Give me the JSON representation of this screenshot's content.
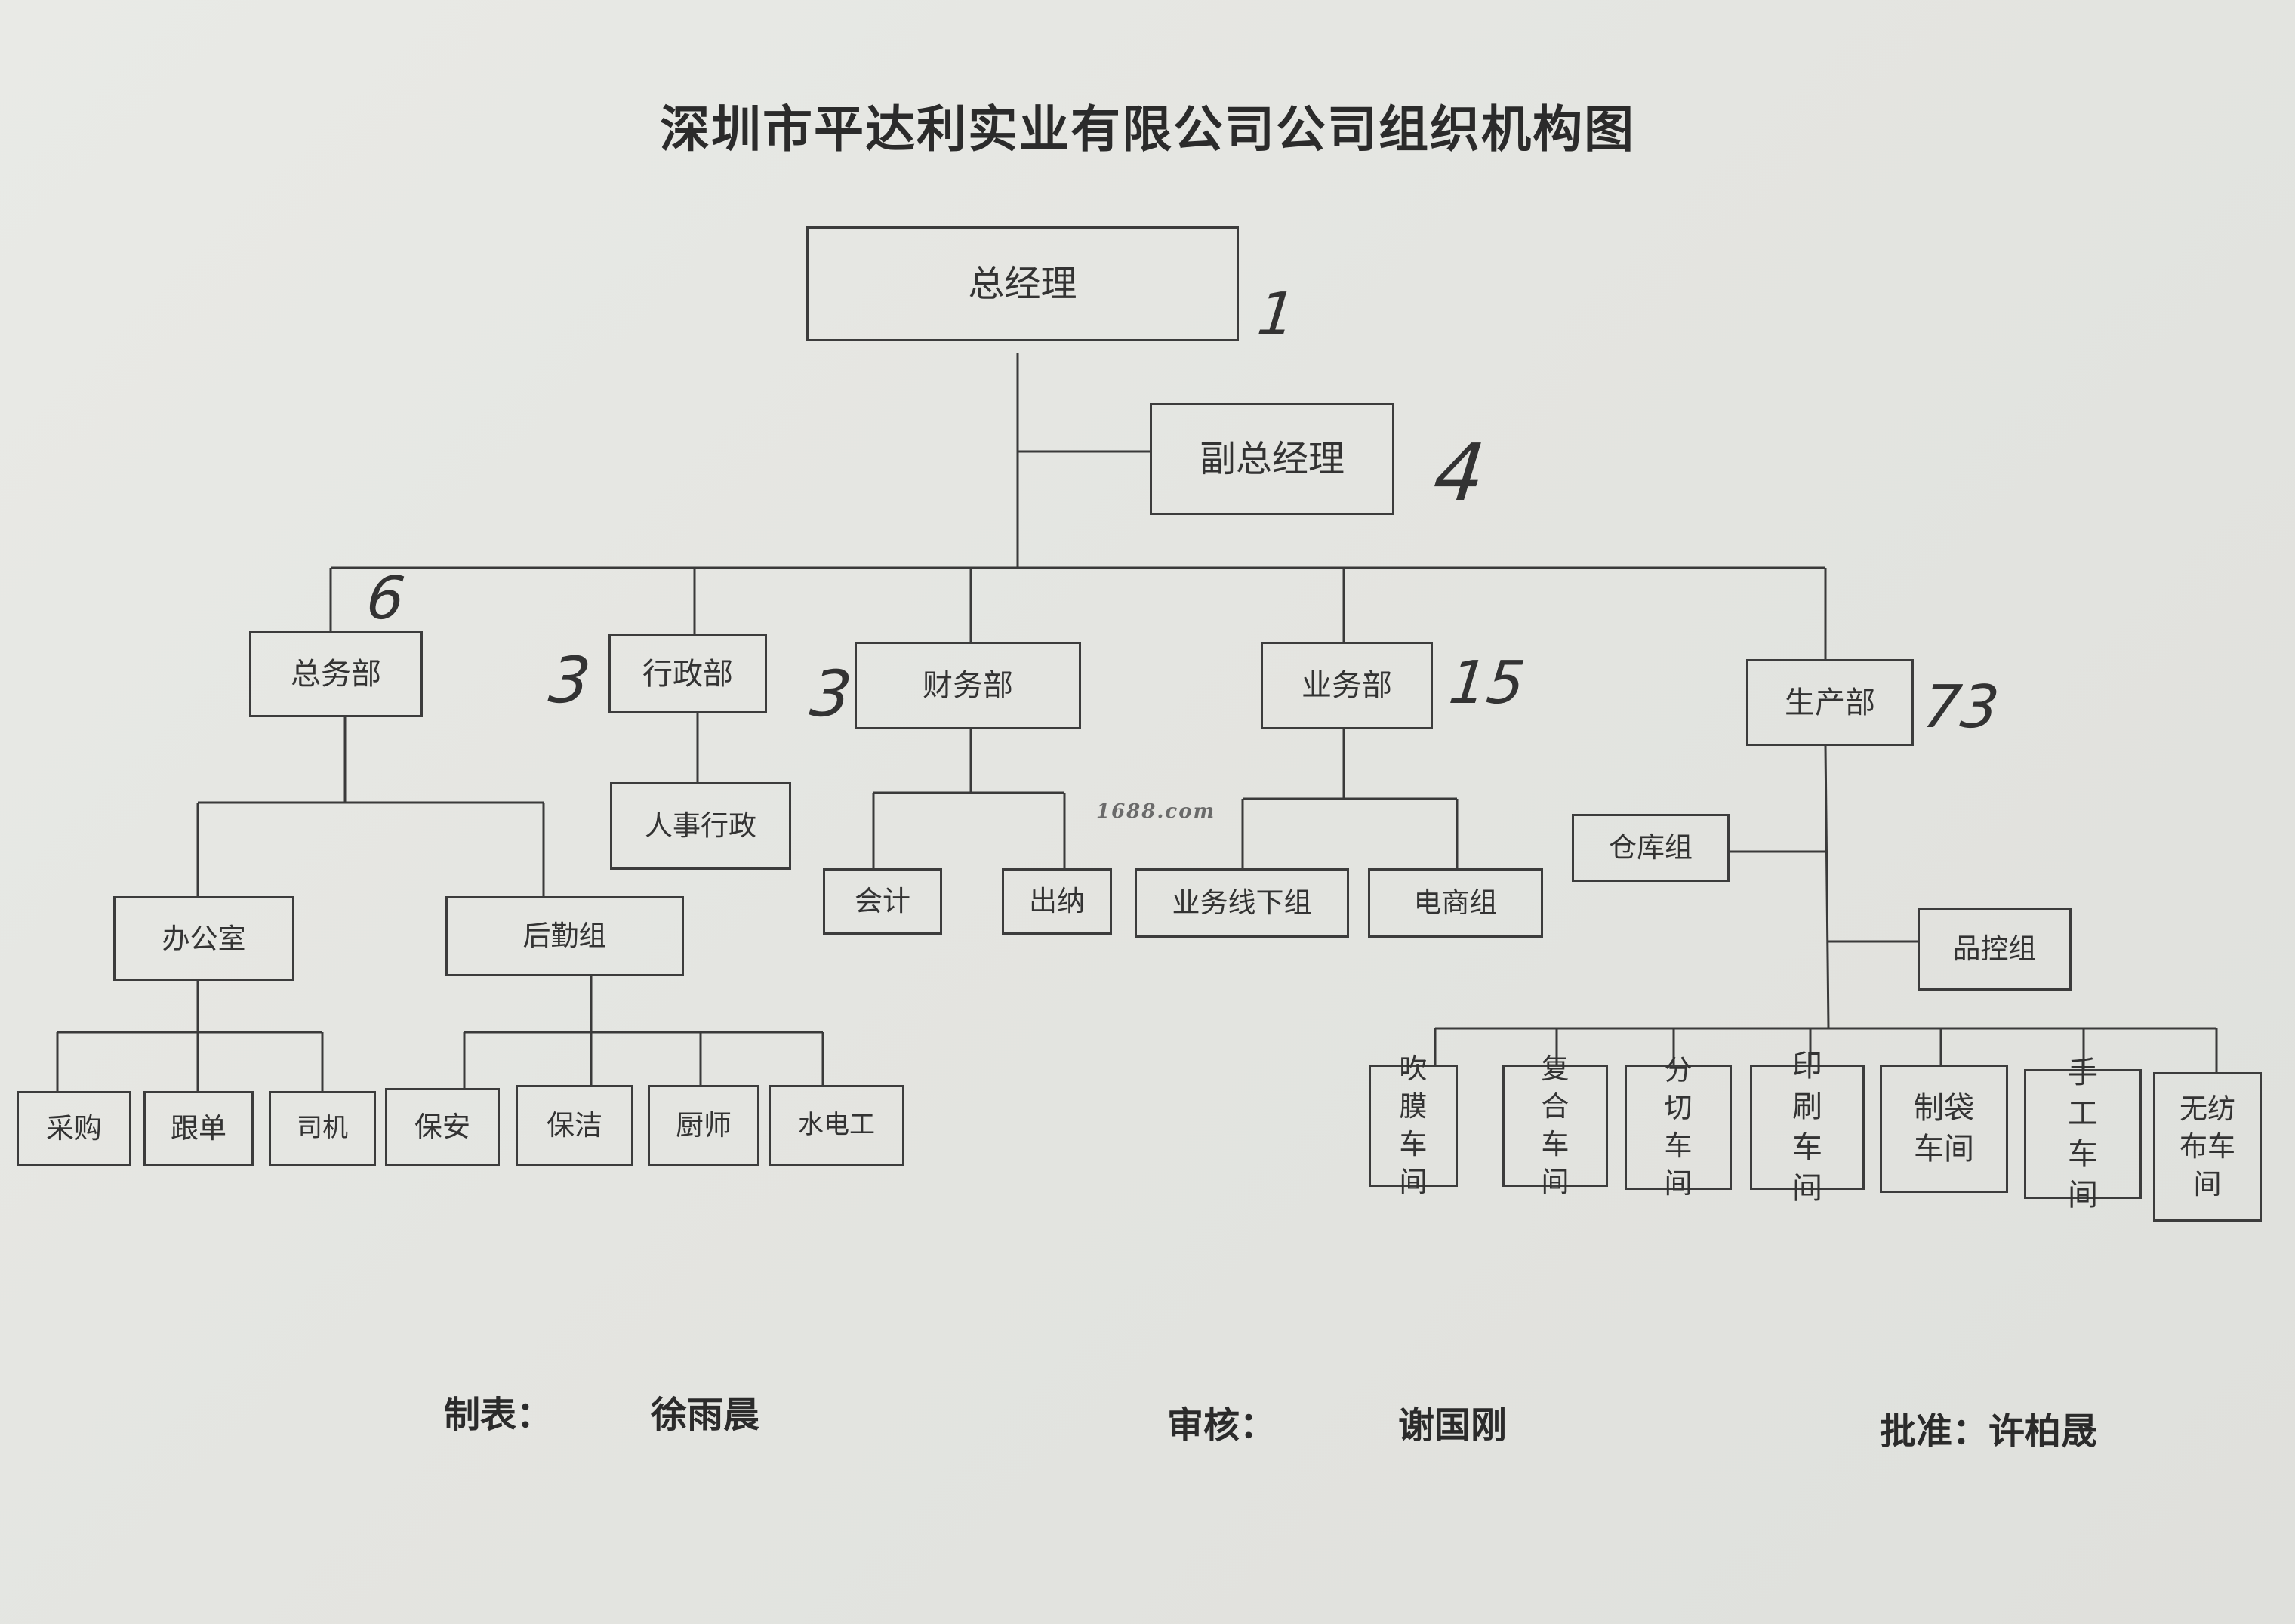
{
  "title": "深圳市平达利实业有限公司公司组织机构图",
  "nodes": {
    "gm": "总经理",
    "deputy_gm": "副总经理",
    "general_affairs": "总务部",
    "admin": "行政部",
    "finance": "财务部",
    "business": "业务部",
    "production": "生产部",
    "hr_admin": "人事行政",
    "office": "办公室",
    "logistics": "后勤组",
    "accounting": "会计",
    "cashier": "出纳",
    "offline_sales": "业务线下组",
    "ecommerce": "电商组",
    "warehouse": "仓库组",
    "qc": "品控组",
    "purchasing": "采购",
    "merchandising": "跟单",
    "driver": "司机",
    "security": "保安",
    "cleaning": "保洁",
    "chef": "厨师",
    "plumber_electrician": "水电工",
    "film_blowing": "吹膜车间",
    "laminating": "复合车间",
    "slitting": "分切车间",
    "printing": "印刷车间",
    "bag_making": "制袋车间",
    "manual": "手工车间",
    "nonwoven": "无纺布车间"
  },
  "headcounts": {
    "gm": "1",
    "deputy_gm": "4",
    "general_affairs": "6",
    "admin": "3",
    "finance": "3",
    "business": "15",
    "production": "73"
  },
  "watermark": "1688.com",
  "footer": {
    "prepared_label": "制表：",
    "prepared_name": "徐雨晨",
    "reviewed_label": "审核：",
    "reviewed_name": "谢国刚",
    "approved": "批准：许柏晟"
  }
}
